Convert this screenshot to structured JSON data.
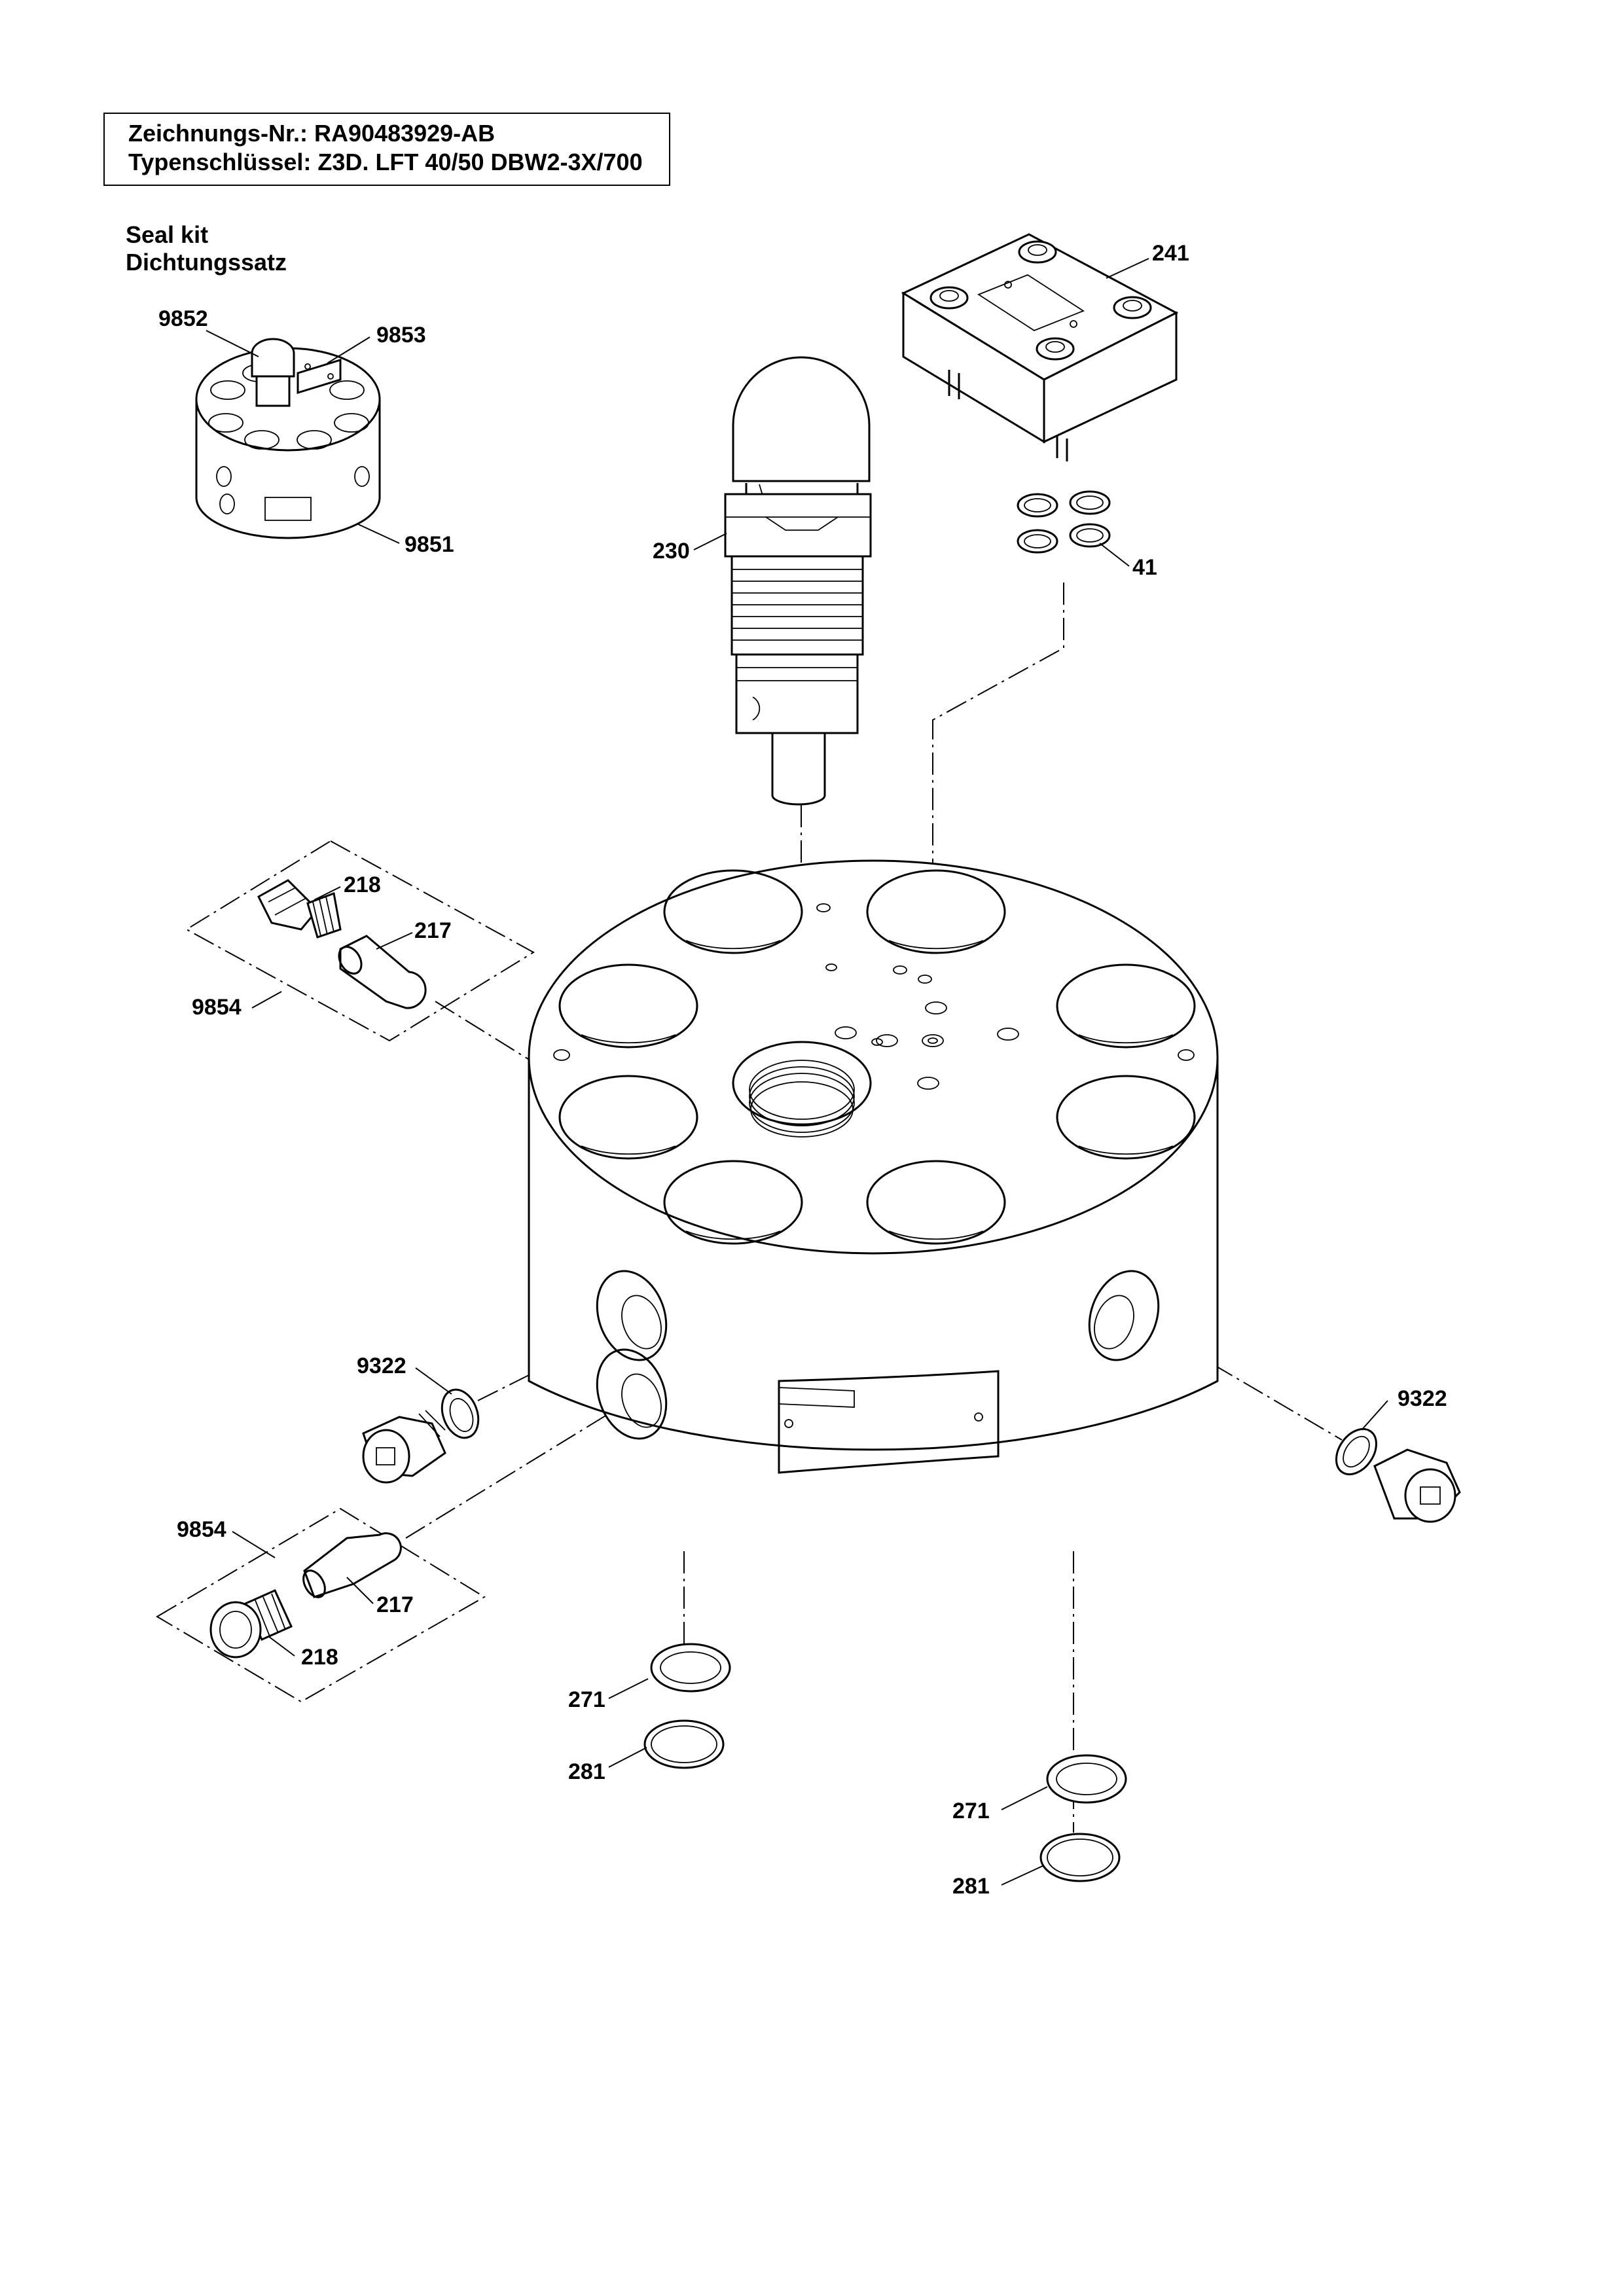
{
  "header": {
    "drawing_number": "Zeichnungs-Nr.: RA90483929-AB",
    "type_code": "Typenschlüssel: Z3D. LFT 40/50 DBW2-3X/700"
  },
  "seal_kit": {
    "line1": "Seal kit",
    "line2": "Dichtungssatz"
  },
  "callouts": {
    "sealkit_top": "9852",
    "sealkit_insert": "9853",
    "sealkit_body": "9851",
    "cover_plate": "241",
    "cartridge": "230",
    "orings_plate": "41",
    "plug_upper": "218",
    "insert_upper": "217",
    "kit_upper": "9854",
    "seal_left": "9322",
    "seal_right": "9322",
    "kit_lower": "9854",
    "insert_lower": "217",
    "plug_lower": "218",
    "ring_left_upper": "271",
    "ring_left_lower": "281",
    "ring_right_upper": "271",
    "ring_right_lower": "281"
  }
}
